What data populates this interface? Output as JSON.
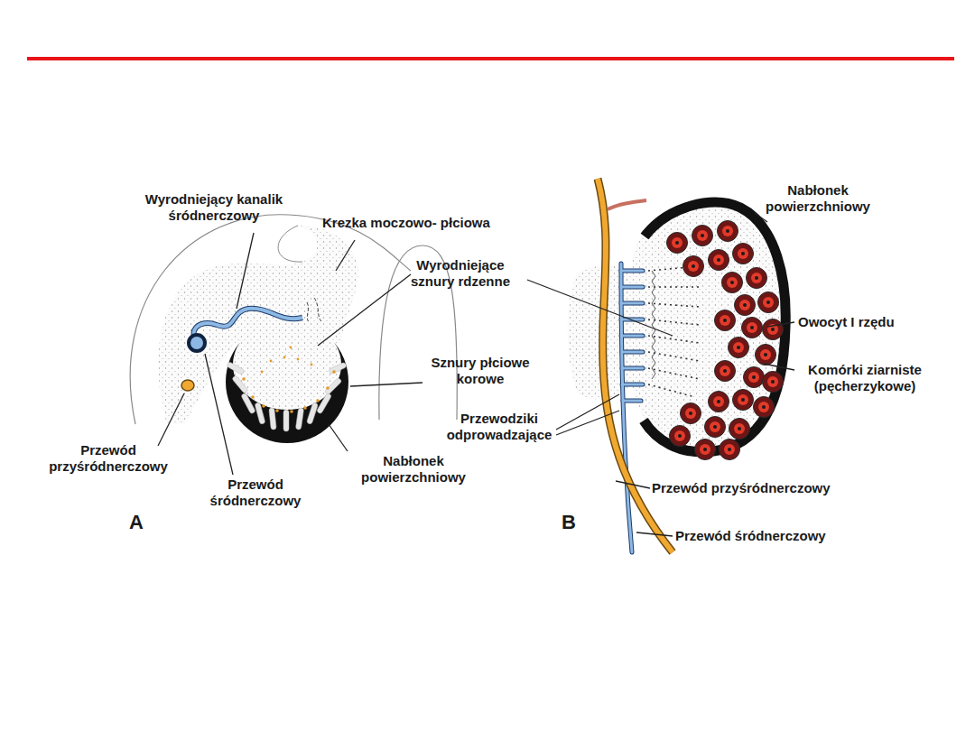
{
  "diagram": {
    "labels": [
      "Wyrodniejący kanalik śródnerczowy",
      "Krezka moczowo- płciowa",
      "Wyrodniejące sznury rdzenne",
      "Sznury płciowe korowe",
      "Przewód przyśródnerczowy",
      "Przewód śródnerczowy",
      "Nabłonek powierzchniowy",
      "A",
      "Nabłonek powierzchniowy",
      "Owocyt I rzędu",
      "Komórki ziarniste (pęcherzykowe)",
      "Przewodziki odprowadzające",
      "Przewód przyśródnerczowy",
      "Przewód śródnerczowy",
      "B"
    ]
  }
}
